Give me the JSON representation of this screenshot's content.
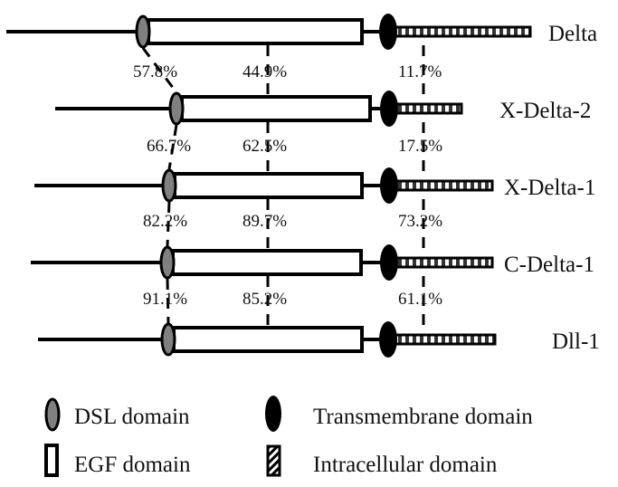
{
  "figure": {
    "type": "protein-domain-comparison",
    "colors": {
      "dsl_fill": "#808080",
      "stroke": "#000000",
      "egf_fill": "#ffffff",
      "tm_fill": "#000000",
      "intracellular_fill": "#ffffff"
    },
    "proteins": [
      {
        "name": "Delta"
      },
      {
        "name": "X-Delta-2"
      },
      {
        "name": "X-Delta-1"
      },
      {
        "name": "C-Delta-1"
      },
      {
        "name": "Dll-1"
      }
    ],
    "identities": [
      {
        "between": [
          "Delta",
          "X-Delta-2"
        ],
        "dsl": "57.8%",
        "egf": "44.9%",
        "intracellular": "11.7%"
      },
      {
        "between": [
          "X-Delta-2",
          "X-Delta-1"
        ],
        "dsl": "66.7%",
        "egf": "62.5%",
        "intracellular": "17.5%"
      },
      {
        "between": [
          "X-Delta-1",
          "C-Delta-1"
        ],
        "dsl": "82.2%",
        "egf": "89.7%",
        "intracellular": "73.2%"
      },
      {
        "between": [
          "C-Delta-1",
          "Dll-1"
        ],
        "dsl": "91.1%",
        "egf": "85.2%",
        "intracellular": "61.1%"
      }
    ],
    "legend": [
      {
        "key": "dsl",
        "label": "DSL domain"
      },
      {
        "key": "tm",
        "label": "Transmembrane domain"
      },
      {
        "key": "egf",
        "label": "EGF domain"
      },
      {
        "key": "intracellular",
        "label": "Intracellular domain"
      }
    ]
  }
}
